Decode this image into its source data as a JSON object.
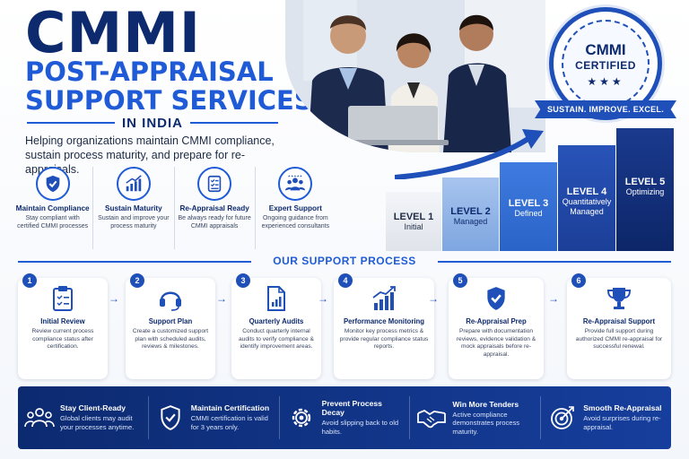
{
  "header": {
    "title": "CMMI",
    "subtitle_line1": "POST-APPRAISAL",
    "subtitle_line2": "SUPPORT SERVICES",
    "region": "IN INDIA",
    "tagline": "Helping organizations maintain CMMI compliance, sustain process maturity, and prepare for re-appraisals."
  },
  "features": [
    {
      "icon": "shield-check-icon",
      "title": "Maintain Compliance",
      "desc": "Stay compliant with certified CMMI processes"
    },
    {
      "icon": "growth-chart-icon",
      "title": "Sustain Maturity",
      "desc": "Sustain and improve your process maturity"
    },
    {
      "icon": "checklist-icon",
      "title": "Re-Appraisal Ready",
      "desc": "Be always ready for future CMMI appraisals"
    },
    {
      "icon": "team-icon",
      "title": "Expert Support",
      "desc": "Ongoing guidance from experienced consultants"
    }
  ],
  "badge": {
    "line1": "CMMI",
    "line2": "CERTIFIED",
    "stars": "★★★",
    "ribbon": "SUSTAIN. IMPROVE. EXCEL."
  },
  "levels": [
    {
      "name": "LEVEL 1",
      "sub": "Initial"
    },
    {
      "name": "LEVEL 2",
      "sub": "Managed"
    },
    {
      "name": "LEVEL 3",
      "sub": "Defined"
    },
    {
      "name": "LEVEL 4",
      "sub": "Quantitatively Managed"
    },
    {
      "name": "LEVEL 5",
      "sub": "Optimizing"
    }
  ],
  "process": {
    "title": "OUR SUPPORT PROCESS",
    "steps": [
      {
        "num": "1",
        "icon": "clipboard-icon",
        "title": "Initial Review",
        "desc": "Review current process compliance status after certification."
      },
      {
        "num": "2",
        "icon": "headset-icon",
        "title": "Support Plan",
        "desc": "Create a customized support plan with scheduled audits, reviews & milestones."
      },
      {
        "num": "3",
        "icon": "document-chart-icon",
        "title": "Quarterly Audits",
        "desc": "Conduct quarterly internal audits to verify compliance & identify improvement areas."
      },
      {
        "num": "4",
        "icon": "bar-growth-icon",
        "title": "Performance Monitoring",
        "desc": "Monitor key process metrics & provide regular compliance status reports."
      },
      {
        "num": "5",
        "icon": "shield-check-icon",
        "title": "Re-Appraisal Prep",
        "desc": "Prepare with documentation reviews, evidence validation & mock appraisals before re-appraisal."
      },
      {
        "num": "6",
        "icon": "trophy-icon",
        "title": "Re-Appraisal Support",
        "desc": "Provide full support during authorized CMMI re-appraisal for successful renewal."
      }
    ],
    "arrow": "→"
  },
  "benefits": [
    {
      "icon": "people-icon",
      "title": "Stay Client-Ready",
      "desc": "Global clients may audit your processes anytime."
    },
    {
      "icon": "shield-icon",
      "title": "Maintain Certification",
      "desc": "CMMI certification is valid for 3 years only."
    },
    {
      "icon": "gear-icon",
      "title": "Prevent Process Decay",
      "desc": "Avoid slipping back to old habits."
    },
    {
      "icon": "handshake-icon",
      "title": "Win More Tenders",
      "desc": "Active compliance demonstrates process maturity."
    },
    {
      "icon": "target-icon",
      "title": "Smooth Re-Appraisal",
      "desc": "Avoid surprises during re-appraisal."
    }
  ],
  "colors": {
    "navy": "#0d2a6e",
    "accent": "#1f5bd6",
    "band": "#0c2a70"
  }
}
